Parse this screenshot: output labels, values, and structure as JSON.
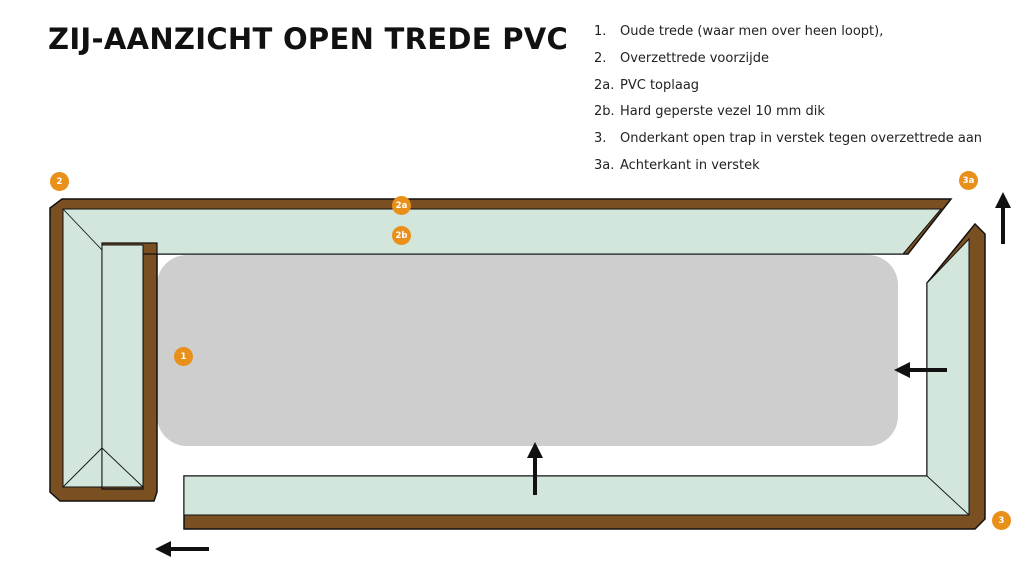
{
  "title": "ZIJ-AANZICHT OPEN TREDE PVC",
  "legend": [
    {
      "num": "1.",
      "text": "Oude trede (waar men over heen loopt),"
    },
    {
      "num": "2.",
      "text": "Overzettrede voorzijde"
    },
    {
      "num": "2a.",
      "text": "PVC toplaag"
    },
    {
      "num": "2b.",
      "text": "Hard geperste vezel 10 mm dik"
    },
    {
      "num": "3.",
      "text": "Onderkant open trap in verstek tegen overzettrede aan"
    },
    {
      "num": "3a.",
      "text": "Achterkant in verstek"
    }
  ],
  "markers": {
    "m1": "1",
    "m2": "2",
    "m2a": "2a",
    "m2b": "2b",
    "m3": "3",
    "m3a": "3a"
  },
  "colors": {
    "pvc_layer": "#7a4f22",
    "fiber_core": "#d2e6dc",
    "old_step": "#cecece",
    "marker": "#e8901a",
    "outline": "#111111"
  }
}
